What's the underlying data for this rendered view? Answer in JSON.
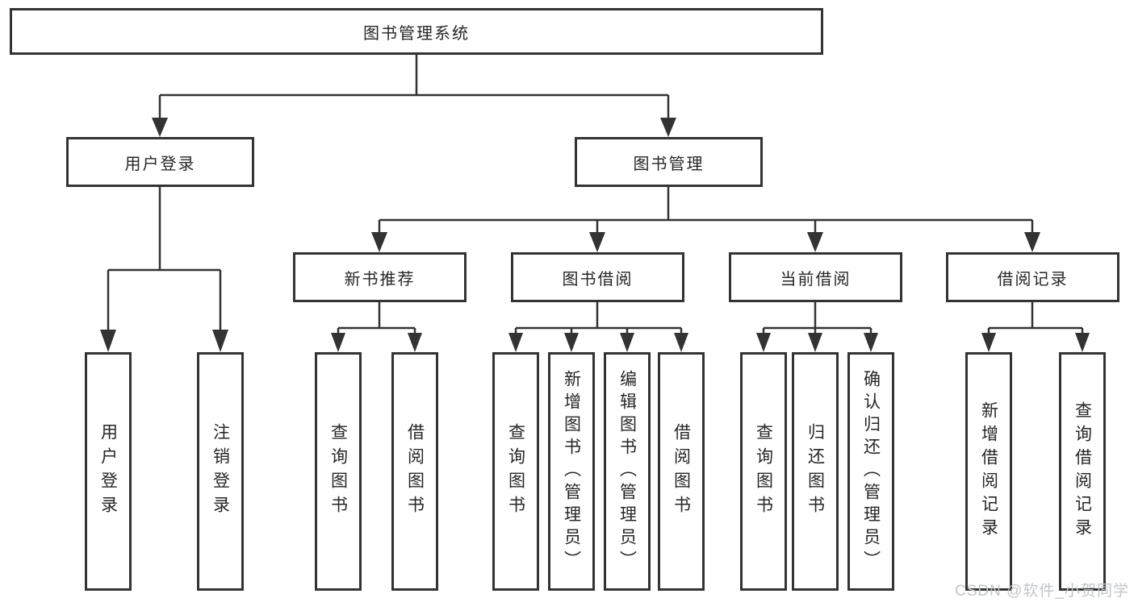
{
  "nodes": {
    "root": "图书管理系统",
    "user_login_group": "用户登录",
    "book_mgmt_group": "图书管理",
    "new_book_rec": "新书推荐",
    "book_borrow": "图书借阅",
    "current_borrow": "当前借阅",
    "borrow_records": "借阅记录",
    "leaf_user_login": "用户登录",
    "leaf_logout": "注销登录",
    "leaf_nbr_query_books": "查询图书",
    "leaf_nbr_borrow_books": "借阅图书",
    "leaf_bb_query_books": "查询图书",
    "leaf_bb_add_books": "新增图书（管理员）",
    "leaf_bb_edit_books": "编辑图书（管理员）",
    "leaf_bb_borrow_books": "借阅图书",
    "leaf_cb_query_books": "查询图书",
    "leaf_cb_return_books": "归还图书",
    "leaf_cb_confirm_return": "确认归还（管理员）",
    "leaf_br_add_record": "新增借阅记录",
    "leaf_br_query_record": "查询借阅记录"
  },
  "hierarchy": {
    "图书管理系统": {
      "用户登录": [
        "用户登录",
        "注销登录"
      ],
      "图书管理": {
        "新书推荐": [
          "查询图书",
          "借阅图书"
        ],
        "图书借阅": [
          "查询图书",
          "新增图书（管理员）",
          "编辑图书（管理员）",
          "借阅图书"
        ],
        "当前借阅": [
          "查询图书",
          "归还图书",
          "确认归还（管理员）"
        ],
        "借阅记录": [
          "新增借阅记录",
          "查询借阅记录"
        ]
      }
    }
  },
  "watermark": "CSDN @软件_小贺同学",
  "colors": {
    "line": "#333333",
    "text": "#262626",
    "box_fill": "#ffffff",
    "watermark": "#c2c5c8"
  }
}
